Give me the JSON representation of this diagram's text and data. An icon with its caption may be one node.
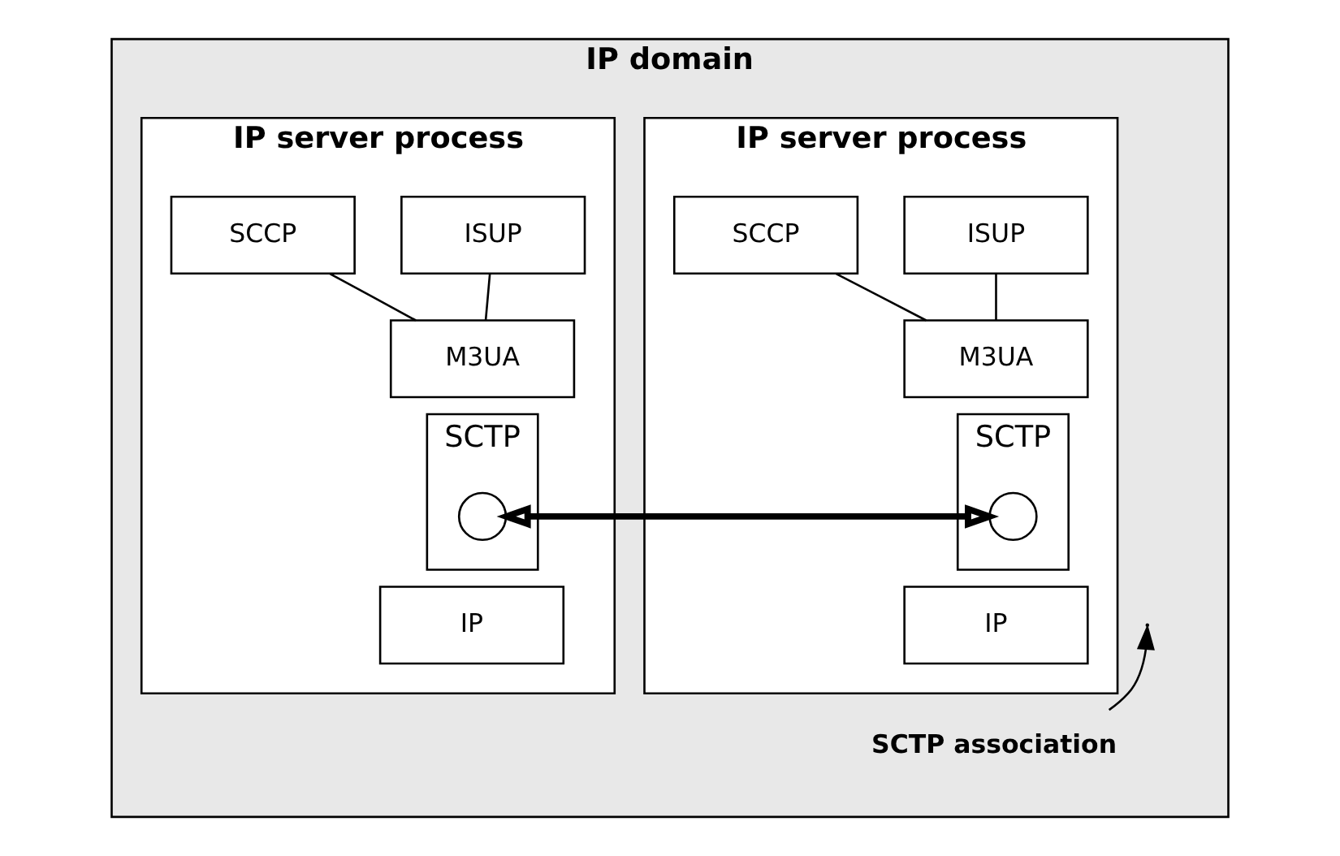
{
  "diagram": {
    "nodes": [
      {
        "text": [
          "IP domain"
        ]
      },
      {
        "text": [
          "IP server process"
        ],
        "in": 0
      },
      {
        "text": [
          "SCCP"
        ],
        "in": 1
      },
      {
        "text": [
          "ISUP"
        ],
        "in": 1
      },
      {
        "text": [
          "M3UA"
        ],
        "in": 1
      },
      {
        "text": [
          "SCTP"
        ],
        "in": 1
      },
      {
        "text": [],
        "shape": "circle",
        "in": 5
      },
      {
        "text": [
          "IP"
        ],
        "in": 1
      },
      {
        "text": [
          "IP server process"
        ],
        "in": 0
      },
      {
        "text": [
          "SCCP"
        ],
        "in": 8
      },
      {
        "text": [
          "ISUP"
        ],
        "in": 8
      },
      {
        "text": [
          "M3UA"
        ],
        "in": 8
      },
      {
        "text": [
          "SCTP"
        ],
        "in": 8
      },
      {
        "text": [],
        "shape": "circle",
        "in": 12
      },
      {
        "text": [
          "IP"
        ],
        "in": 8
      },
      {
        "text": [
          "SCTP association"
        ],
        "in": 0
      }
    ],
    "edges": [
      {
        "from": 2,
        "to": 4,
        "arrow": "none"
      },
      {
        "from": 3,
        "to": 4,
        "arrow": "none"
      },
      {
        "from": 9,
        "to": 11,
        "arrow": "none"
      },
      {
        "from": 10,
        "to": 11,
        "arrow": "none"
      },
      {
        "from": 6,
        "to": 13,
        "arrow": "both",
        "style": "thick"
      },
      {
        "from": 15,
        "to": null,
        "arrow": "to"
      }
    ]
  }
}
